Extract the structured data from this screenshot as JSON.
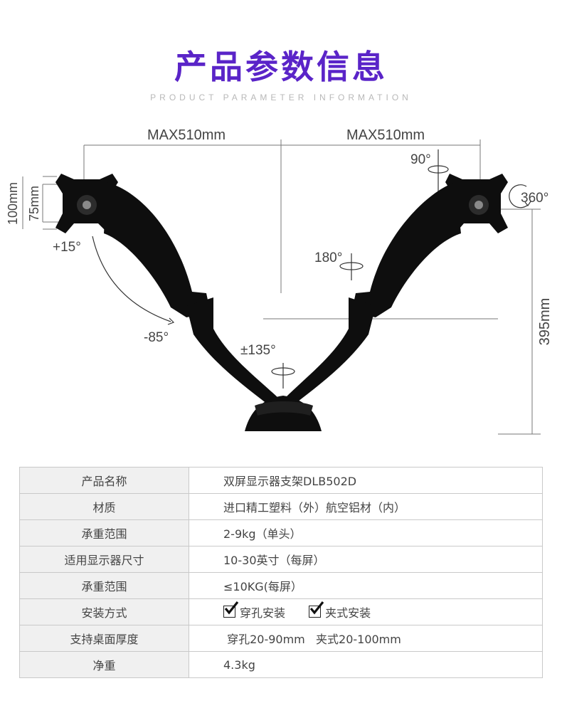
{
  "header": {
    "title": "产品参数信息",
    "subtitle": "PRODUCT PARAMETER INFORMATION"
  },
  "diagram": {
    "reach_left": "MAX510mm",
    "reach_right": "MAX510mm",
    "vesa_100": "100mm",
    "vesa_75": "75mm",
    "tilt_up": "+15°",
    "tilt_down": "-85°",
    "swivel_arm": "±135°",
    "swivel_head": "180°",
    "tilt_90": "90°",
    "rotate_360": "360°",
    "height": "395mm"
  },
  "specs": [
    {
      "label": "产品名称",
      "value": "双屏显示器支架DLB502D"
    },
    {
      "label": "材质",
      "value": "进口精工塑料（外）航空铝材（内）"
    },
    {
      "label": "承重范围",
      "value": "2-9kg（单头）"
    },
    {
      "label": "适用显示器尺寸",
      "value": "10-30英寸（每屏）"
    },
    {
      "label": "承重范围",
      "value": "≤10KG(每屏）"
    },
    {
      "label": "安装方式",
      "options": [
        "穿孔安装",
        "夹式安装"
      ]
    },
    {
      "label": "支持桌面厚度",
      "value": " 穿孔20-90mm   夹式20-100mm"
    },
    {
      "label": "净重",
      "value": "4.3kg"
    }
  ],
  "colors": {
    "title": "#5a24c8",
    "label_bg": "#f0f0f0",
    "border": "#c9c9c9"
  }
}
